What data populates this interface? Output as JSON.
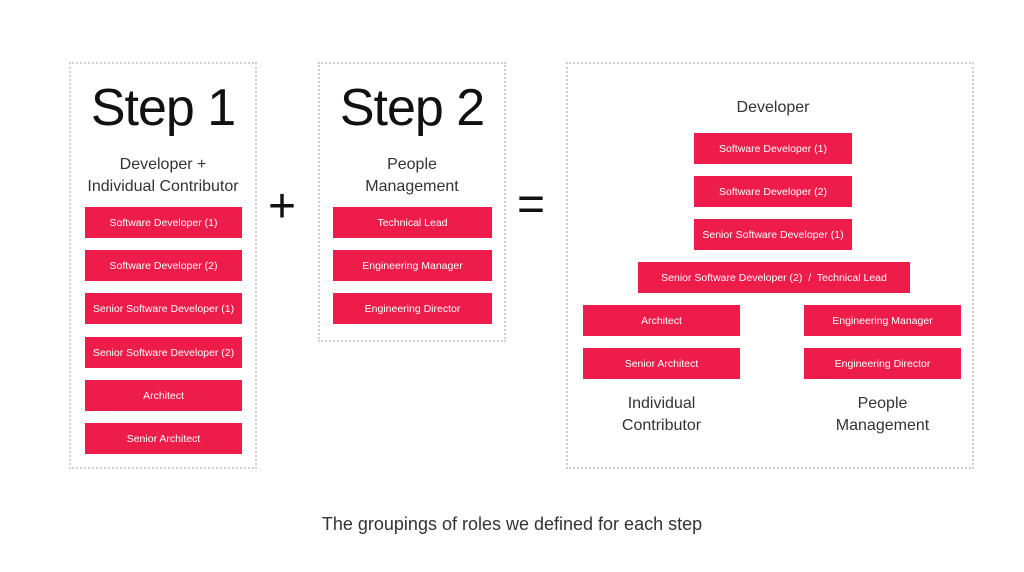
{
  "step1": {
    "title": "Step 1",
    "subtitle_line1": "Developer +",
    "subtitle_line2": "Individual Contributor",
    "roles": [
      "Software Developer (1)",
      "Software Developer (2)",
      "Senior Software Developer (1)",
      "Senior Software Developer (2)",
      "Architect",
      "Senior Architect"
    ]
  },
  "plus_symbol": "+",
  "step2": {
    "title": "Step 2",
    "subtitle_line1": "People",
    "subtitle_line2": "Management",
    "roles": [
      "Technical Lead",
      "Engineering Manager",
      "Engineering Director"
    ]
  },
  "equals_symbol": "=",
  "result": {
    "title": "Developer",
    "trunk_roles": [
      "Software Developer (1)",
      "Software Developer (2)",
      "Senior Software Developer (1)",
      "Senior Software Developer (2)  /  Technical Lead"
    ],
    "ic_roles": [
      "Architect",
      "Senior Architect"
    ],
    "pm_roles": [
      "Engineering Manager",
      "Engineering Director"
    ],
    "ic_label_line1": "Individual",
    "ic_label_line2": "Contributor",
    "pm_label_line1": "People",
    "pm_label_line2": "Management"
  },
  "caption": "The groupings of roles we defined for each step",
  "colors": {
    "role_fill": "#ee1c4a",
    "panel_border": "#cfcfcf"
  }
}
